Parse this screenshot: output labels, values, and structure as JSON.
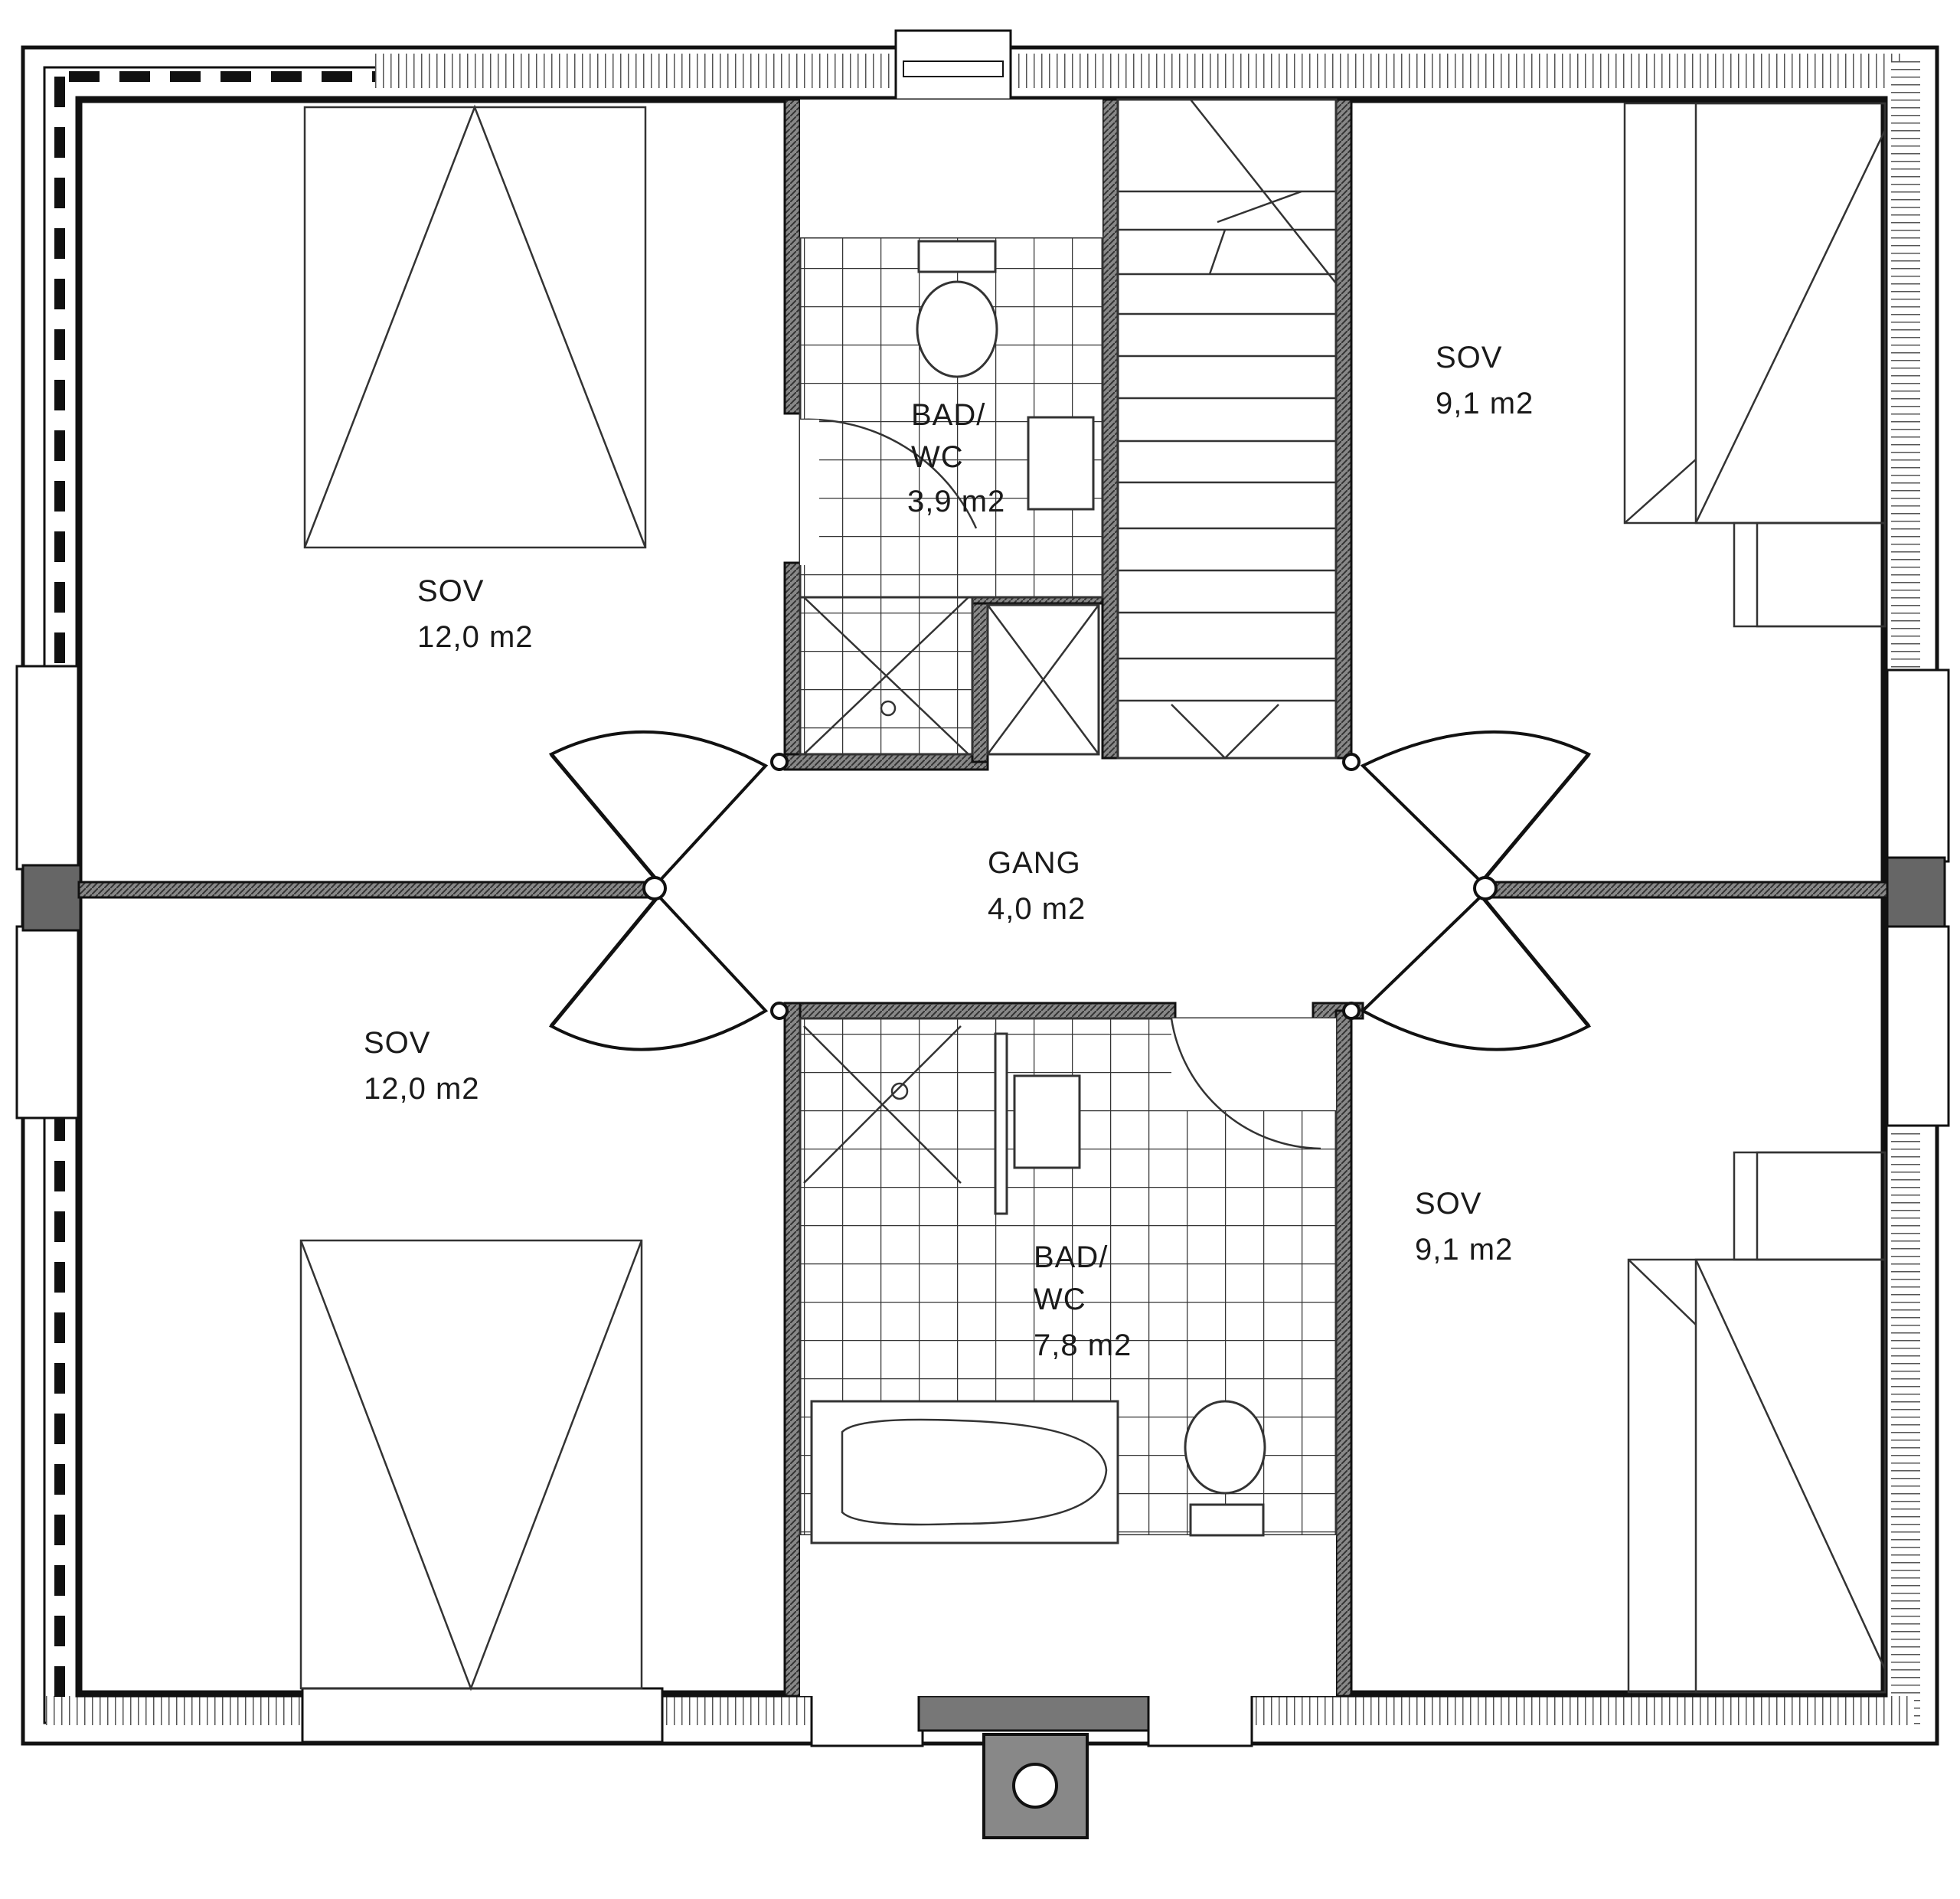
{
  "rooms": {
    "sov_top_left": {
      "name": "SOV",
      "area": "12,0 m2"
    },
    "sov_bottom_left": {
      "name": "SOV",
      "area": "12,0 m2"
    },
    "sov_top_right": {
      "name": "SOV",
      "area": "9,1 m2"
    },
    "sov_bottom_right": {
      "name": "SOV",
      "area": "9,1 m2"
    },
    "gang": {
      "name": "GANG",
      "area": "4,0 m2"
    },
    "bad_top": {
      "name_line1": "BAD/",
      "name_line2": "WC",
      "area": "3,9 m2"
    },
    "bad_bottom": {
      "name_line1": "BAD/",
      "name_line2": "WC",
      "area": "7,8 m2"
    }
  },
  "colors": {
    "line": "#111111",
    "background": "#ffffff"
  }
}
